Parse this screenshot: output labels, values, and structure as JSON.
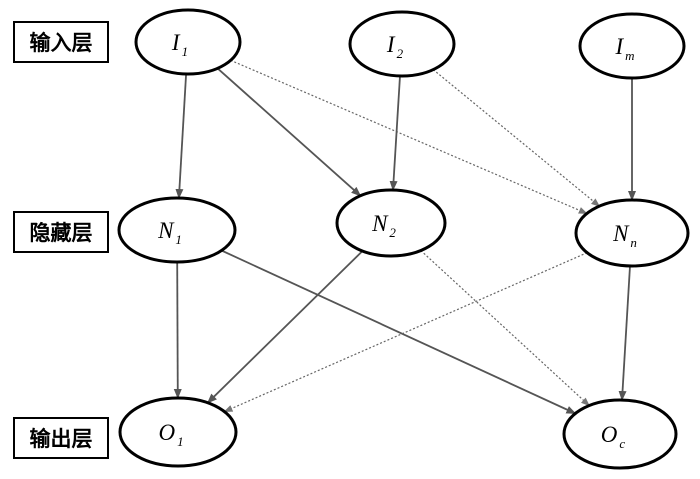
{
  "layers": {
    "input": "输入层",
    "hidden": "隐藏层",
    "output": "输出层"
  },
  "nodes": {
    "I1": {
      "sym": "I",
      "sub": "1"
    },
    "I2": {
      "sym": "I",
      "sub": "2"
    },
    "Im": {
      "sym": "I",
      "sub": "m"
    },
    "N1": {
      "sym": "N",
      "sub": "1"
    },
    "N2": {
      "sym": "N",
      "sub": "2"
    },
    "Nn": {
      "sym": "N",
      "sub": "n"
    },
    "O1": {
      "sym": "O",
      "sub": "1"
    },
    "Oc": {
      "sym": "O",
      "sub": "c"
    }
  },
  "edges": [
    {
      "from": "I1",
      "to": "N1",
      "style": "solid"
    },
    {
      "from": "I1",
      "to": "N2",
      "style": "solid"
    },
    {
      "from": "I1",
      "to": "Nn",
      "style": "dotted"
    },
    {
      "from": "I2",
      "to": "N2",
      "style": "solid"
    },
    {
      "from": "I2",
      "to": "Nn",
      "style": "dotted"
    },
    {
      "from": "Im",
      "to": "Nn",
      "style": "solid"
    },
    {
      "from": "N1",
      "to": "O1",
      "style": "solid"
    },
    {
      "from": "N1",
      "to": "Oc",
      "style": "solid"
    },
    {
      "from": "N2",
      "to": "O1",
      "style": "solid"
    },
    {
      "from": "N2",
      "to": "Oc",
      "style": "dotted"
    },
    {
      "from": "Nn",
      "to": "O1",
      "style": "dotted"
    },
    {
      "from": "Nn",
      "to": "Oc",
      "style": "solid"
    }
  ]
}
